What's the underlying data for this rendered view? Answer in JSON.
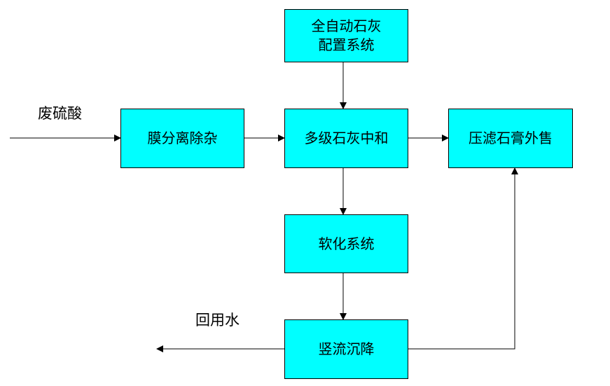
{
  "colors": {
    "box_fill": "#00ffff",
    "line": "#000000",
    "text": "#000000"
  },
  "nodes": {
    "lime_system": {
      "line1": "全自动石灰",
      "line2": "配置系统"
    },
    "membrane": {
      "label": "膜分离除杂"
    },
    "neutralization": {
      "label": "多级石灰中和"
    },
    "gypsum": {
      "label": "压滤石膏外售"
    },
    "softening": {
      "label": "软化系统"
    },
    "settling": {
      "label": "竖流沉降"
    }
  },
  "labels": {
    "input": "废硫酸",
    "output": "回用水"
  },
  "edges": [
    {
      "from": "input",
      "to": "membrane"
    },
    {
      "from": "membrane",
      "to": "neutralization"
    },
    {
      "from": "lime_system",
      "to": "neutralization"
    },
    {
      "from": "neutralization",
      "to": "gypsum"
    },
    {
      "from": "neutralization",
      "to": "softening"
    },
    {
      "from": "softening",
      "to": "settling"
    },
    {
      "from": "settling",
      "to": "gypsum"
    },
    {
      "from": "settling",
      "to": "output"
    }
  ]
}
